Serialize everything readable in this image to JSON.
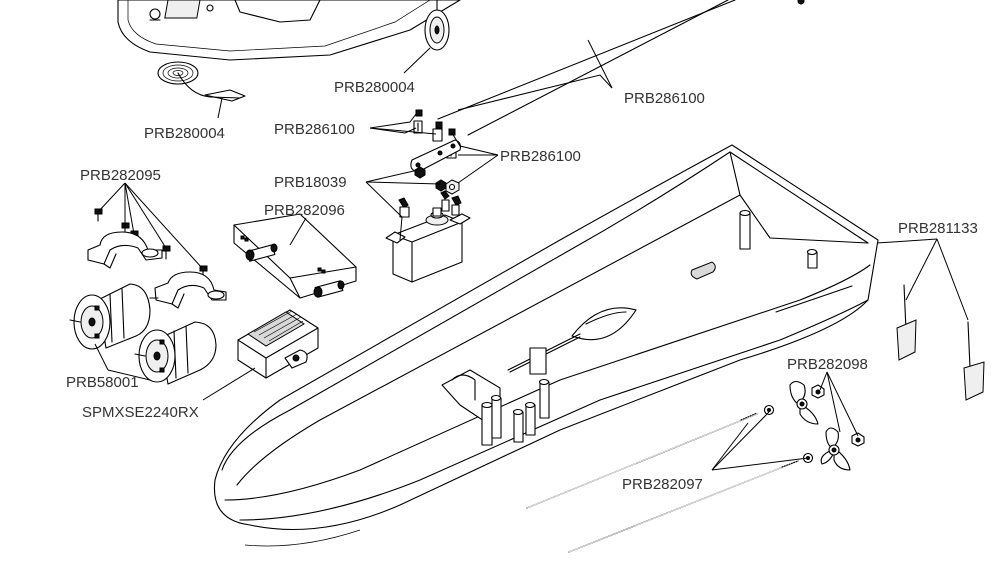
{
  "labels": {
    "prb280004_top": "PRB280004",
    "prb280004_left": "PRB280004",
    "prb286100_top": "PRB286100",
    "prb286100_left": "PRB286100",
    "prb286100_right": "PRB286100",
    "prb18039": "PRB18039",
    "prb282095": "PRB282095",
    "prb282096": "PRB282096",
    "prb58001": "PRB58001",
    "spmxse2240rx": "SPMXSE2240RX",
    "prb281133": "PRB281133",
    "prb282098": "PRB282098",
    "prb282097": "PRB282097"
  }
}
